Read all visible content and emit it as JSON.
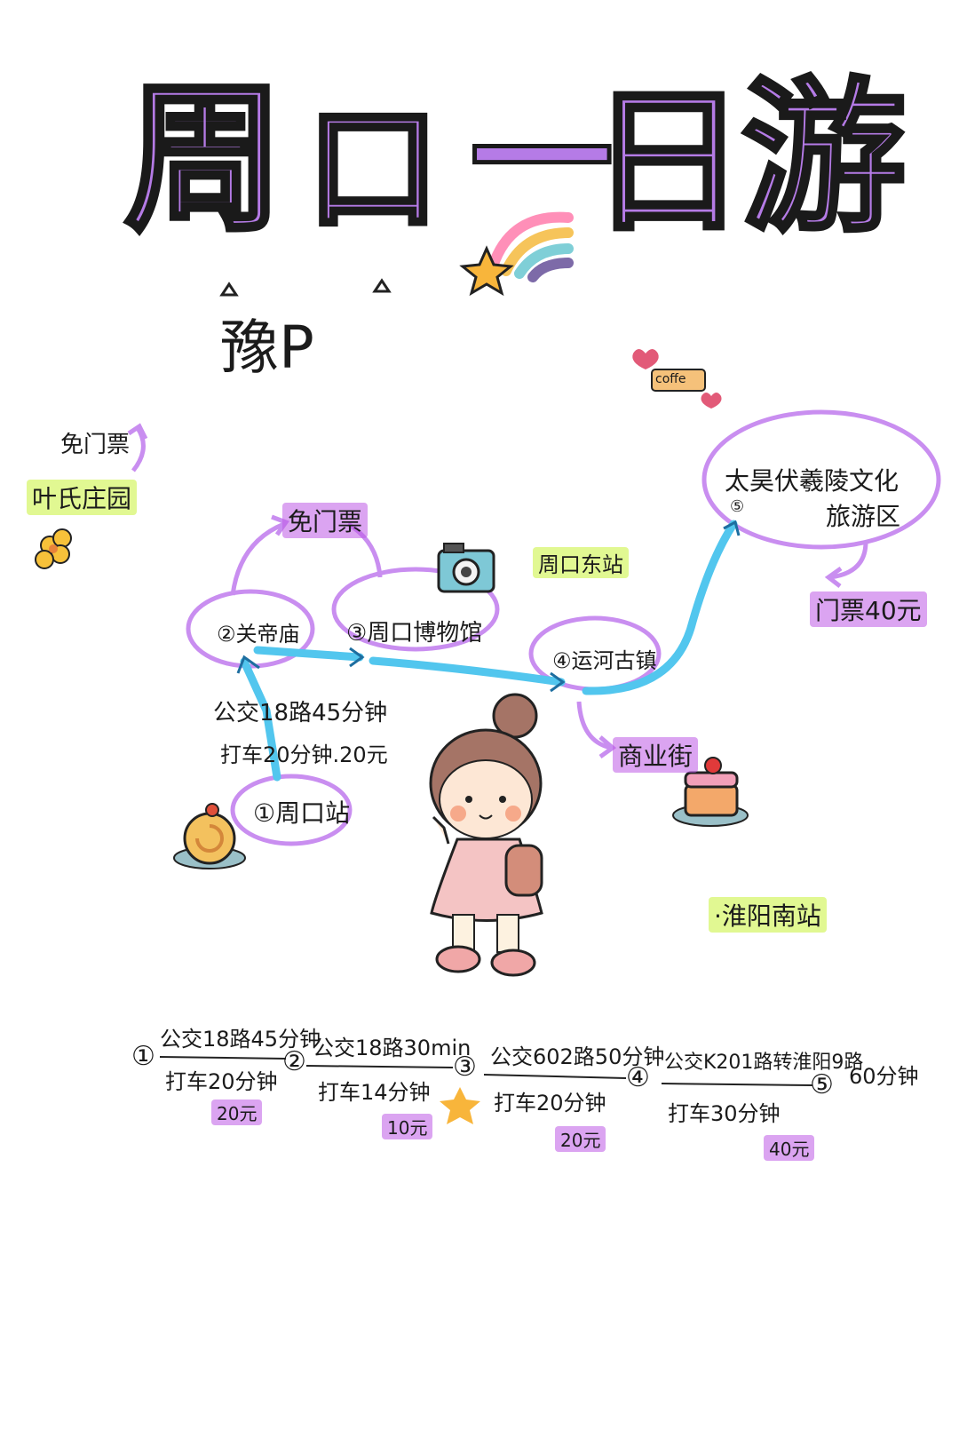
{
  "title": {
    "chars": [
      "周",
      "口",
      "一",
      "日",
      "游"
    ]
  },
  "subtitle": "豫P",
  "colors": {
    "purple": "#b57be6",
    "purple_stroke": "#c98ef0",
    "blue": "#52c6ee",
    "highlight_purple": "#c06ae6",
    "highlight_lime": "#dff57a"
  },
  "map": {
    "yelv_label": "叶氏庄园",
    "yelv_ticket": "免门票",
    "free_ticket_top": "免门票",
    "stops": [
      {
        "label": "①周口站"
      },
      {
        "label": "②关帝庙"
      },
      {
        "label": "③周口博物馆"
      },
      {
        "label": "④运河古镇"
      },
      {
        "label": "⑤太昊伏羲陵文化旅游区"
      }
    ],
    "stop5_line1": "太昊伏羲陵文化",
    "stop5_line2": "旅游区",
    "ticket_40": "门票40元",
    "zhoukou_east": "周口东站",
    "commercial_street": "商业街",
    "huaiyang_south": "·淮阳南站",
    "route_bus": "公交18路45分钟",
    "route_taxi": "打车20分钟.20元",
    "coffee_sign": "coffe"
  },
  "bottom_route": {
    "nodes": [
      "①",
      "②",
      "③",
      "④",
      "⑤"
    ],
    "segments": [
      {
        "top": "公交18路45分钟",
        "bottom": "打车20分钟",
        "price": "20元"
      },
      {
        "top": "公交18路30min",
        "bottom": "打车14分钟",
        "price": "10元"
      },
      {
        "top": "公交602路50分钟",
        "bottom": "打车20分钟",
        "price": "20元"
      },
      {
        "top": "公交K201路转淮阳9路",
        "bottom": "打车30分钟",
        "price": "40元"
      }
    ],
    "tail": "60分钟"
  },
  "icons": [
    "rainbow-icon",
    "star-icon",
    "camera-icon",
    "heart-icon",
    "flower-icon",
    "snail-roll-icon",
    "cake-icon",
    "girl-illustration"
  ]
}
